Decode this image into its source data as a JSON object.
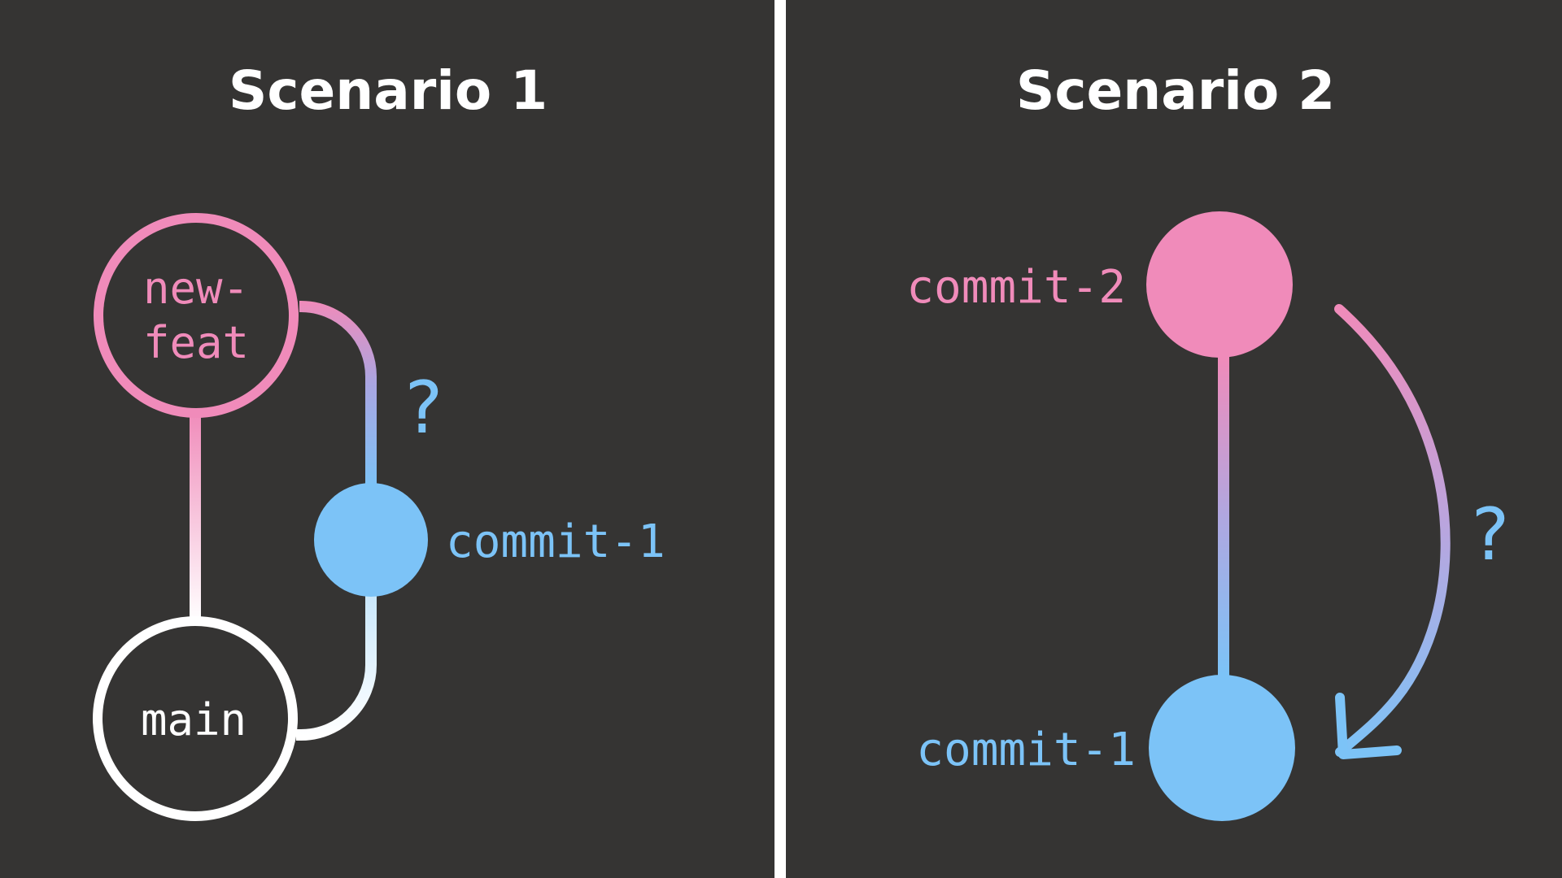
{
  "colors": {
    "background": "#353433",
    "divider": "#ffffff",
    "pink": "#f08bba",
    "blue": "#7cc3f7",
    "white": "#ffffff"
  },
  "scenario_1": {
    "title": "Scenario 1",
    "branch_node_label_line1": "new-",
    "branch_node_label_line2": "feat",
    "main_node_label": "main",
    "commit_label": "commit-1",
    "question_mark": "?"
  },
  "scenario_2": {
    "title": "Scenario 2",
    "top_commit_label": "commit-2",
    "bottom_commit_label": "commit-1",
    "question_mark": "?"
  }
}
